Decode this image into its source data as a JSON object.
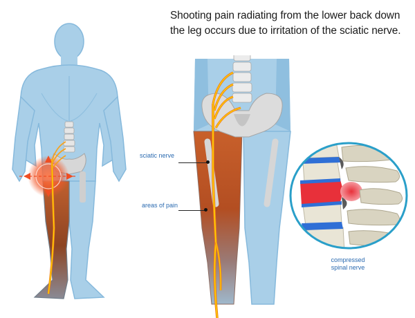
{
  "headline": {
    "line1": "Shooting pain radiating from the lower back down",
    "line2": "the leg occurs due to irritation of the sciatic nerve."
  },
  "labels": {
    "sciatic_nerve": "sciatic nerve",
    "areas_of_pain": "areas of pain"
  },
  "inset_caption": {
    "line1": "compressed",
    "line2": "spinal nerve"
  },
  "colors": {
    "body_blue": "#a9cfe8",
    "body_outline": "#7fb2d6",
    "pain_brown": "#b5532a",
    "nerve_yellow": "#ffd400",
    "nerve_orange": "#f07a1a",
    "pain_arrow_red": "#f04e23",
    "inset_ring": "#2a9fc9",
    "disc_red": "#e8303a",
    "disc_blue": "#2f6fd6",
    "bone": "#e9e5d6",
    "label_blue": "#2a6ab0"
  },
  "figures": [
    {
      "name": "full-body-back-view",
      "description": "Full human figure from behind with highlighted painful left hip/leg"
    },
    {
      "name": "pelvis-legs-closeup",
      "description": "Lower back, pelvis and legs showing sciatic nerve path"
    },
    {
      "name": "spine-inset",
      "description": "Circular inset of lumbar vertebrae with herniated disc compressing nerve"
    }
  ]
}
